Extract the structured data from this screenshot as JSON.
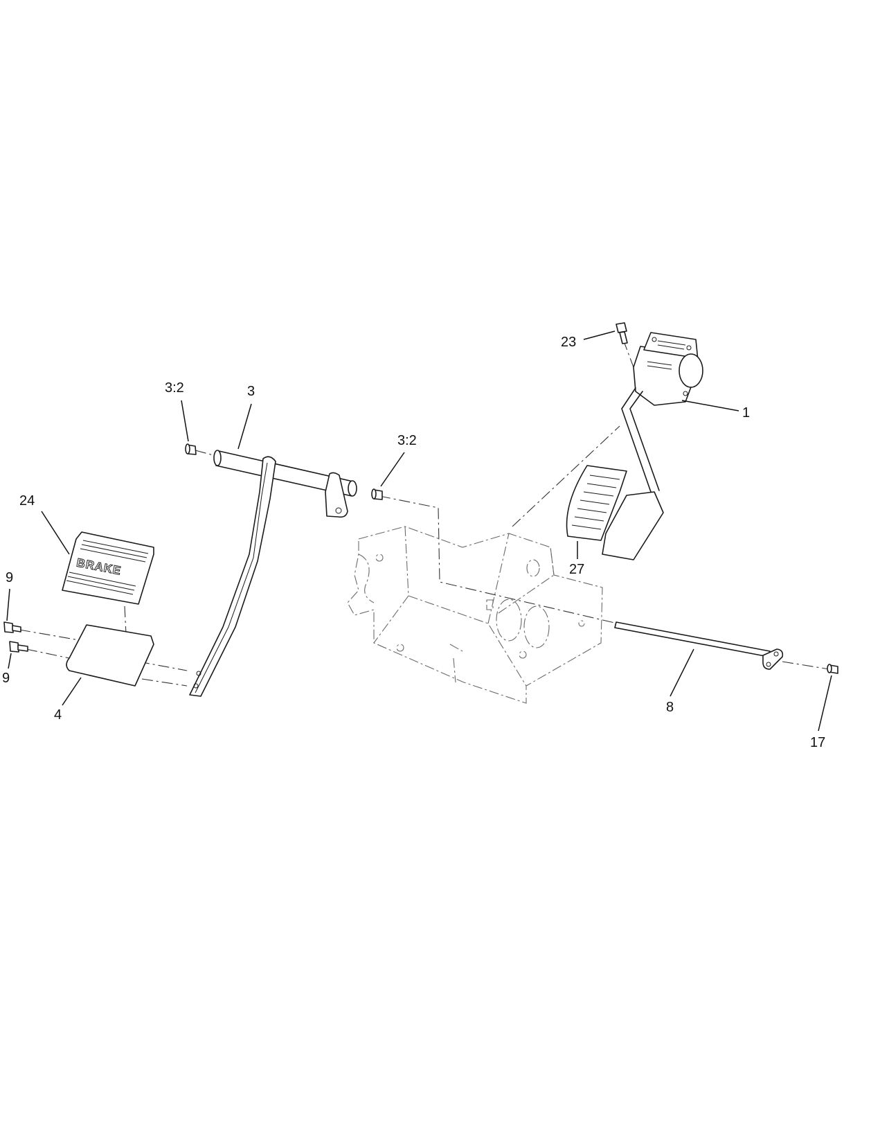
{
  "diagram": {
    "callouts": [
      {
        "id": "23",
        "label": "23"
      },
      {
        "id": "1",
        "label": "1"
      },
      {
        "id": "3-2-left",
        "label": "3:2"
      },
      {
        "id": "3",
        "label": "3"
      },
      {
        "id": "3-2-right",
        "label": "3:2"
      },
      {
        "id": "24",
        "label": "24"
      },
      {
        "id": "27",
        "label": "27"
      },
      {
        "id": "9-top",
        "label": "9"
      },
      {
        "id": "9-bottom",
        "label": "9"
      },
      {
        "id": "4",
        "label": "4"
      },
      {
        "id": "8",
        "label": "8"
      },
      {
        "id": "17",
        "label": "17"
      }
    ],
    "brake_pad_text": "BRAKE"
  }
}
